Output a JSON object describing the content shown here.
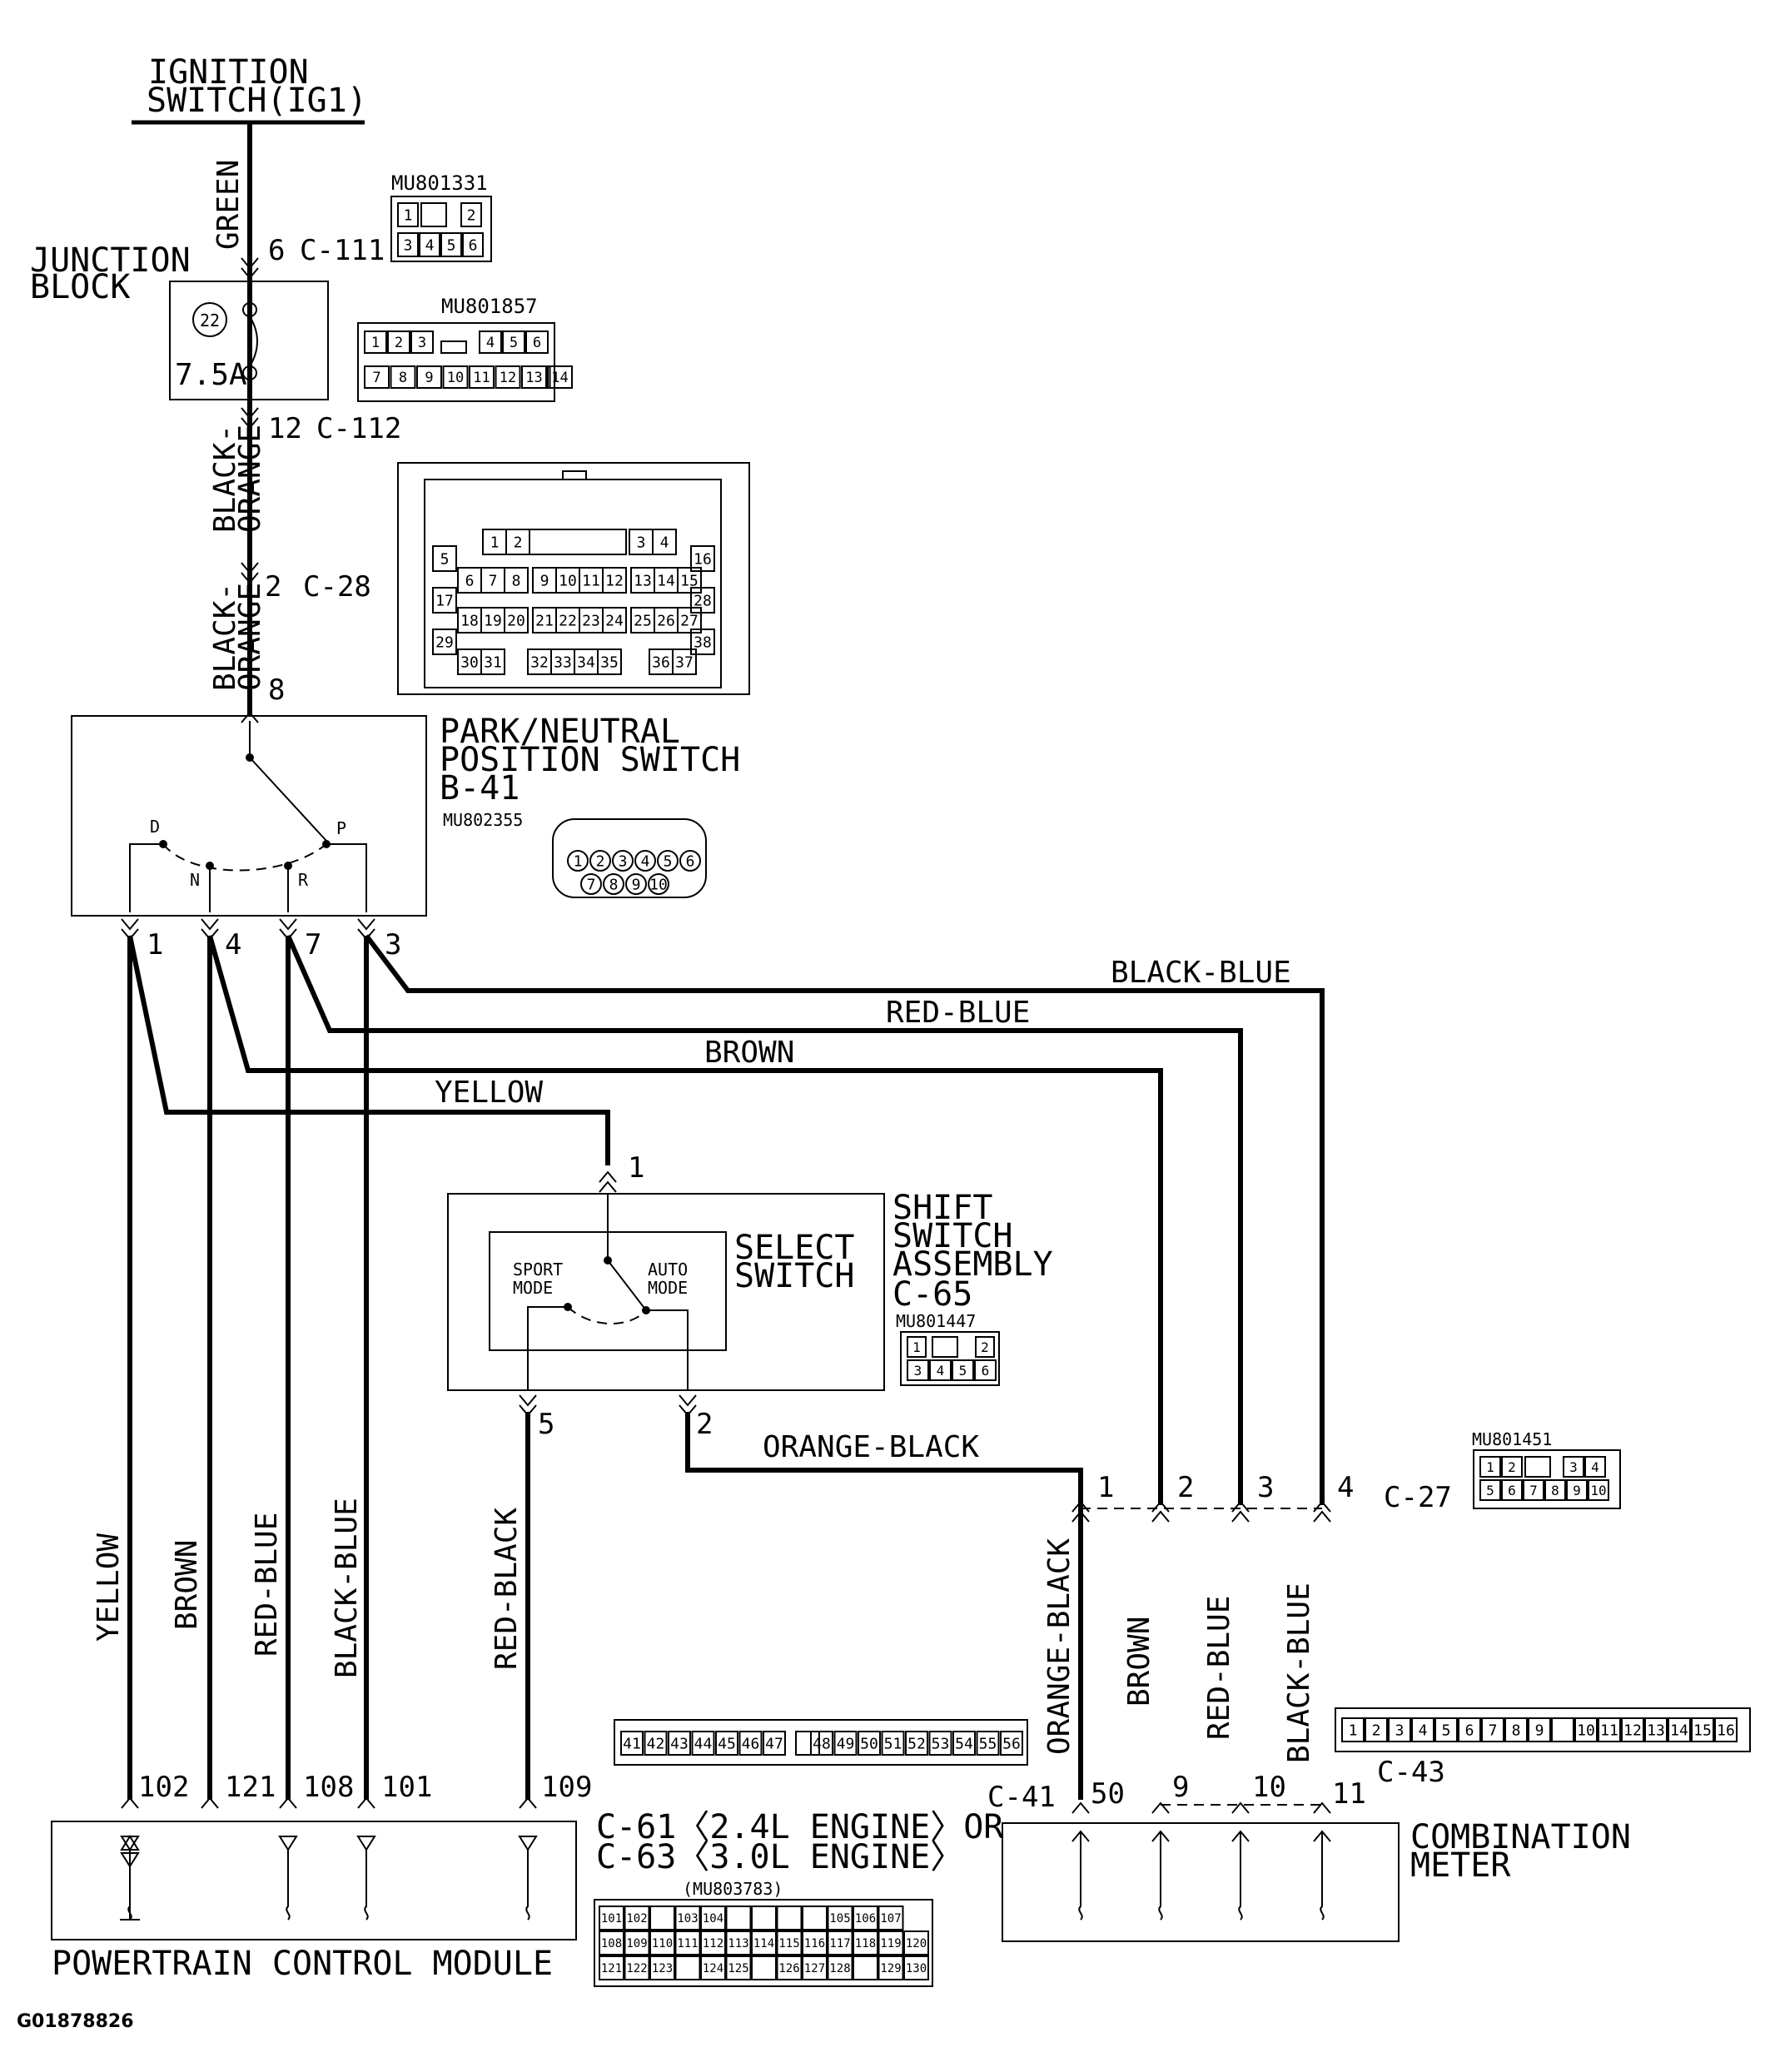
{
  "ignition": {
    "line1": "IGNITION",
    "line2": "SWITCH(IG1)"
  },
  "junction_block": {
    "line1": "JUNCTION",
    "line2": "BLOCK",
    "fuse_number": "22",
    "fuse_rating": "7.5A"
  },
  "connectors": {
    "c111": {
      "pin": "6",
      "label": "C-111",
      "part": "MU801331",
      "cells": [
        "1",
        "2",
        "3",
        "4",
        "5",
        "6"
      ]
    },
    "c112": {
      "pin": "12",
      "label": "C-112",
      "part": "MU801857",
      "cells": [
        "1",
        "2",
        "3",
        "4",
        "5",
        "6",
        "7",
        "8",
        "9",
        "10",
        "11",
        "12",
        "13",
        "14"
      ]
    },
    "c28": {
      "pin": "2",
      "label": "C-28",
      "cells": [
        "1",
        "2",
        "3",
        "4",
        "5",
        "6",
        "7",
        "8",
        "9",
        "10",
        "11",
        "12",
        "13",
        "14",
        "15",
        "16",
        "17",
        "18",
        "19",
        "20",
        "21",
        "22",
        "23",
        "24",
        "25",
        "26",
        "27",
        "28",
        "29",
        "30",
        "31",
        "32",
        "33",
        "34",
        "35",
        "36",
        "37",
        "38"
      ]
    },
    "b41": {
      "pin_top": "8",
      "part": "MU802355",
      "cells": [
        "1",
        "2",
        "3",
        "4",
        "5",
        "6",
        "7",
        "8",
        "9",
        "10"
      ]
    },
    "c65": {
      "part": "MU801447",
      "cells": [
        "1",
        "2",
        "3",
        "4",
        "5",
        "6"
      ]
    },
    "c27": {
      "label": "C-27",
      "part": "MU801451",
      "pins": [
        "1",
        "2",
        "3",
        "4"
      ],
      "cells": [
        "1",
        "2",
        "3",
        "4",
        "5",
        "6",
        "7",
        "8",
        "9",
        "10"
      ]
    },
    "c41": {
      "label": "C-41",
      "cells": [
        "41",
        "42",
        "43",
        "44",
        "45",
        "46",
        "47",
        "48",
        "49",
        "50",
        "51",
        "52",
        "53",
        "54",
        "55",
        "56"
      ]
    },
    "c43": {
      "label": "C-43",
      "cells": [
        "1",
        "2",
        "3",
        "4",
        "5",
        "6",
        "7",
        "8",
        "9",
        "10",
        "11",
        "12",
        "13",
        "14",
        "15",
        "16"
      ]
    },
    "c61": {
      "line1": "C-61〈2.4L ENGINE〉OR",
      "line2": "C-63〈3.0L ENGINE〉",
      "part": "(MU803783)",
      "row1": [
        "101",
        "102",
        "",
        "103",
        "104",
        "",
        "",
        "",
        "",
        "105",
        "106",
        "107"
      ],
      "row2": [
        "108",
        "109",
        "110",
        "111",
        "112",
        "113",
        "114",
        "115",
        "116",
        "117",
        "118",
        "119",
        "120"
      ],
      "row3": [
        "121",
        "122",
        "123",
        "",
        "124",
        "125",
        "",
        "126",
        "127",
        "128",
        "",
        "129",
        "130"
      ]
    }
  },
  "park_neutral_switch": {
    "line1": "PARK/NEUTRAL",
    "line2": "POSITION SWITCH",
    "line3": "B-41",
    "positions": [
      "D",
      "N",
      "R",
      "P"
    ],
    "pins": [
      "1",
      "4",
      "7",
      "3"
    ]
  },
  "shift_switch": {
    "line1": "SHIFT",
    "line2": "SWITCH",
    "line3": "ASSEMBLY",
    "line4": "C-65",
    "select_line1": "SELECT",
    "select_line2": "SWITCH",
    "sport_line1": "SPORT",
    "sport_line2": "MODE",
    "auto_line1": "AUTO",
    "auto_line2": "MODE",
    "pin_in": "1",
    "pin_sport": "5",
    "pin_auto": "2"
  },
  "wires": {
    "green": "GREEN",
    "black_orange_1": "BLACK-",
    "black_orange_2": "ORANGE",
    "black_blue": "BLACK-BLUE",
    "red_blue": "RED-BLUE",
    "brown": "BROWN",
    "yellow": "YELLOW",
    "orange_black": "ORANGE-BLACK",
    "red_black": "RED-BLACK"
  },
  "pcm": {
    "label": "POWERTRAIN CONTROL MODULE",
    "pins": [
      "102",
      "121",
      "108",
      "101",
      "109"
    ]
  },
  "meter": {
    "line1": "COMBINATION",
    "line2": "METER",
    "pins": [
      "50",
      "9",
      "10",
      "11"
    ]
  },
  "figure_id": "G01878826"
}
